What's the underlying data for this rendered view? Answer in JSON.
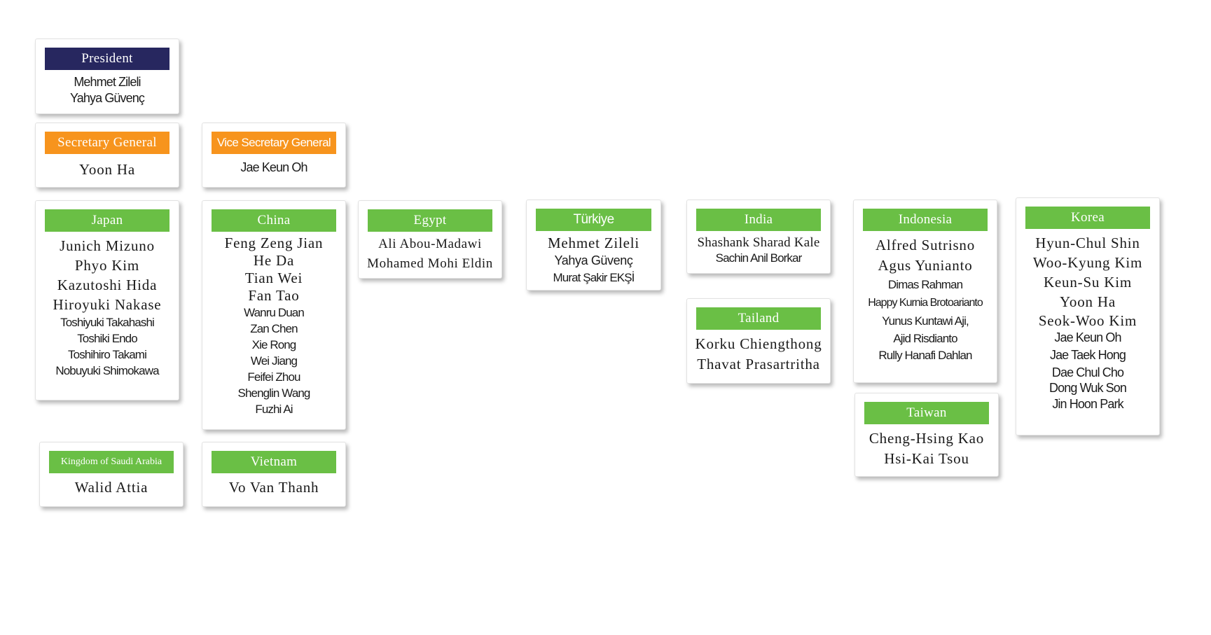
{
  "colors": {
    "president_header": "#27275f",
    "secretary_header": "#f7941d",
    "country_header": "#6abf45"
  },
  "president": {
    "title": "President",
    "members": [
      "Mehmet Zileli",
      "Yahya Güvenç"
    ]
  },
  "secretary_general": {
    "title": "Secretary General",
    "members": [
      "Yoon Ha"
    ]
  },
  "vice_secretary_general": {
    "title": "Vice Secretary General",
    "members": [
      "Jae Keun Oh"
    ]
  },
  "countries": {
    "japan": {
      "name": "Japan",
      "members": [
        "Junich Mizuno",
        "Phyo Kim",
        "Kazutoshi Hida",
        "Hiroyuki Nakase",
        "Toshiyuki Takahashi",
        "Toshiki Endo",
        "Toshihiro Takami",
        "Nobuyuki Shimokawa"
      ]
    },
    "china": {
      "name": "China",
      "members": [
        "Feng Zeng Jian",
        "He Da",
        "Tian Wei",
        "Fan Tao",
        "Wanru Duan",
        "Zan Chen",
        "Xie Rong",
        "Wei Jiang",
        "Feifei Zhou",
        "Shenglin Wang",
        "Fuzhi Ai"
      ]
    },
    "egypt": {
      "name": "Egypt",
      "members": [
        "Ali Abou-Madawi",
        "Mohamed Mohi Eldin"
      ]
    },
    "turkiye": {
      "name": "Türkiye",
      "members": [
        "Mehmet Zileli",
        "Yahya Güvenç",
        "Murat Şakir EKŞİ"
      ]
    },
    "india": {
      "name": "India",
      "members": [
        "Shashank Sharad Kale",
        "Sachin Anil Borkar"
      ]
    },
    "tailand": {
      "name": "Tailand",
      "members": [
        "Korku Chiengthong",
        "Thavat Prasartritha"
      ]
    },
    "indonesia": {
      "name": "Indonesia",
      "members": [
        "Alfred Sutrisno",
        "Agus Yunianto",
        "Dimas Rahman",
        "Happy Kurnia Brotoarianto",
        "Yunus Kuntawi Aji,",
        "Ajid Risdianto",
        "Rully Hanafi Dahlan"
      ]
    },
    "taiwan": {
      "name": "Taiwan",
      "members": [
        "Cheng-Hsing Kao",
        "Hsi-Kai Tsou"
      ]
    },
    "korea": {
      "name": "Korea",
      "members": [
        "Hyun-Chul Shin",
        "Woo-Kyung Kim",
        "Keun-Su Kim",
        "Yoon Ha",
        "Seok-Woo Kim",
        "Jae Keun Oh",
        "Jae Taek Hong",
        "Dae Chul Cho",
        "Dong Wuk Son",
        "Jin Hoon Park"
      ]
    },
    "saudi_arabia": {
      "name": "Kingdom of Saudi Arabia",
      "members": [
        "Walid Attia"
      ]
    },
    "vietnam": {
      "name": "Vietnam",
      "members": [
        "Vo Van Thanh"
      ]
    }
  }
}
